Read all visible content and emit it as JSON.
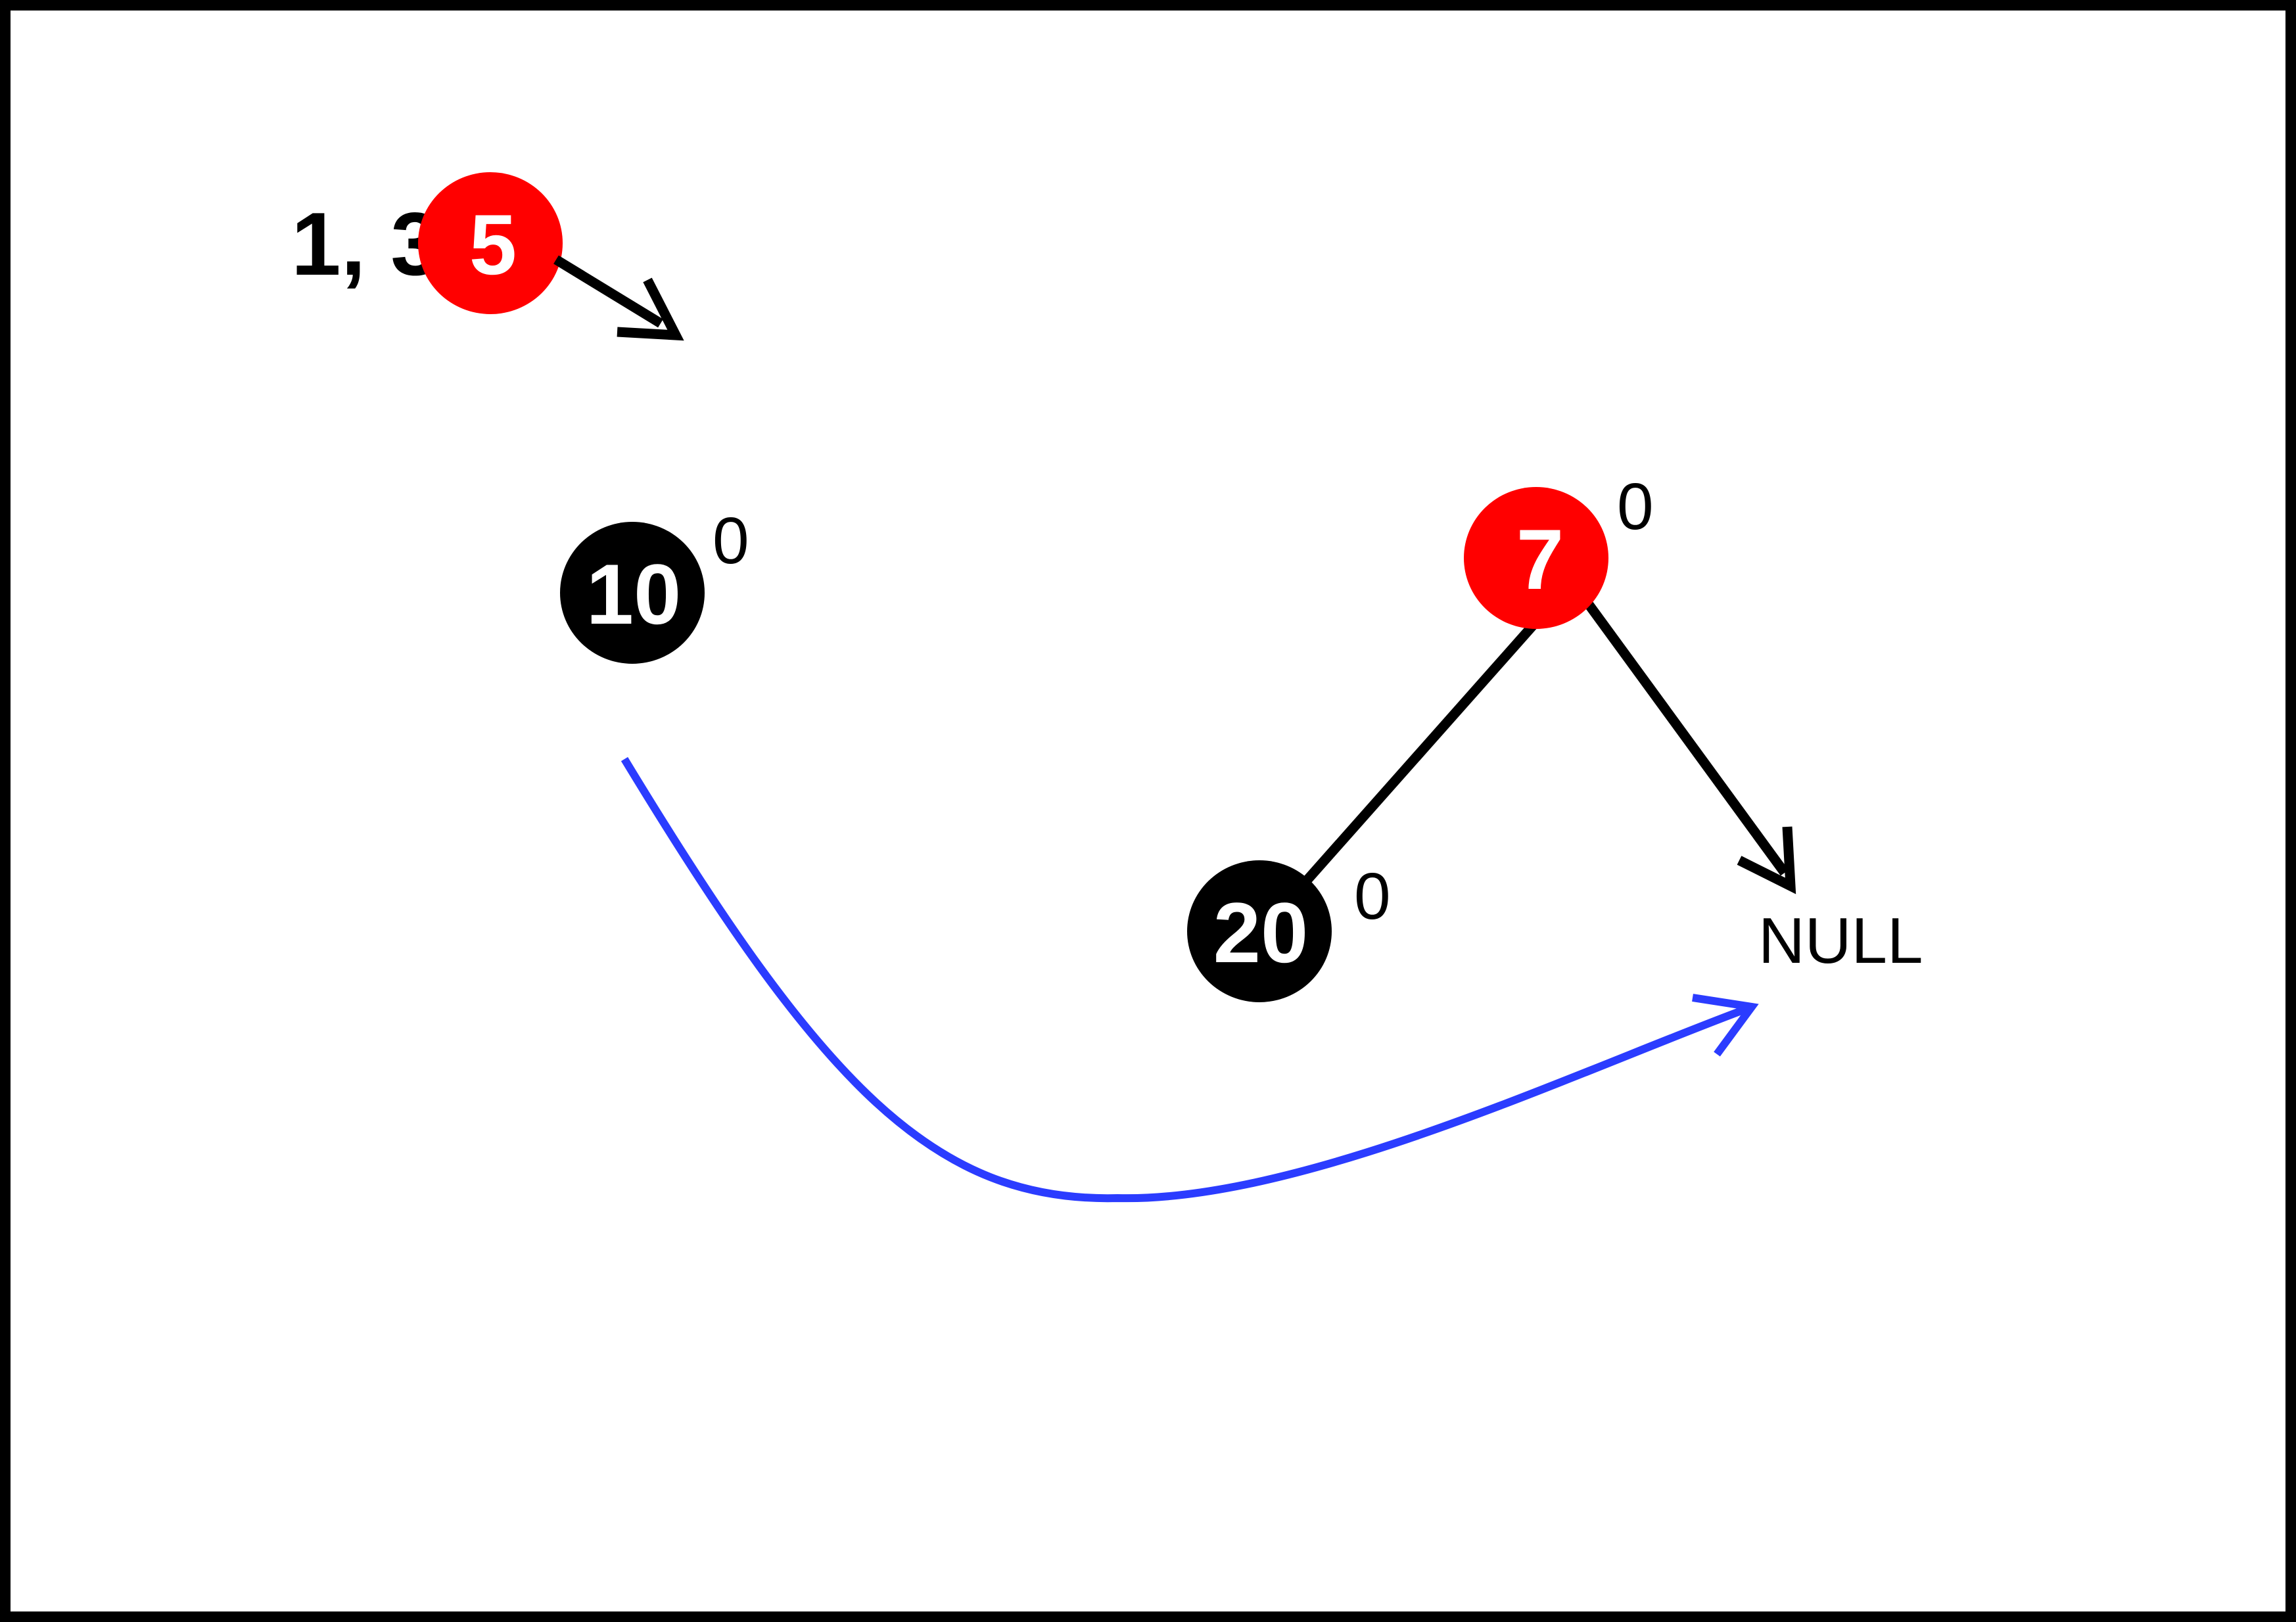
{
  "colors": {
    "red_node": "#ff0000",
    "black_node": "#000000",
    "edge": "#000000",
    "move_arrow": "#2b3cff",
    "frame": "#000000"
  },
  "queue": {
    "pending_text": "1, 3,",
    "current": {
      "value": "5",
      "color": "red"
    }
  },
  "nodes": [
    {
      "id": "node-10",
      "value": "10",
      "color": "black",
      "balance": "0"
    },
    {
      "id": "node-7",
      "value": "7",
      "color": "red",
      "balance": "0"
    },
    {
      "id": "node-20",
      "value": "20",
      "color": "black",
      "balance": "0"
    }
  ],
  "null_label": "NULL",
  "edges": [
    {
      "from": "7",
      "to": "20"
    },
    {
      "from": "7",
      "to": "NULL"
    }
  ],
  "move_arrow": {
    "from": "10",
    "to": "NULL"
  }
}
